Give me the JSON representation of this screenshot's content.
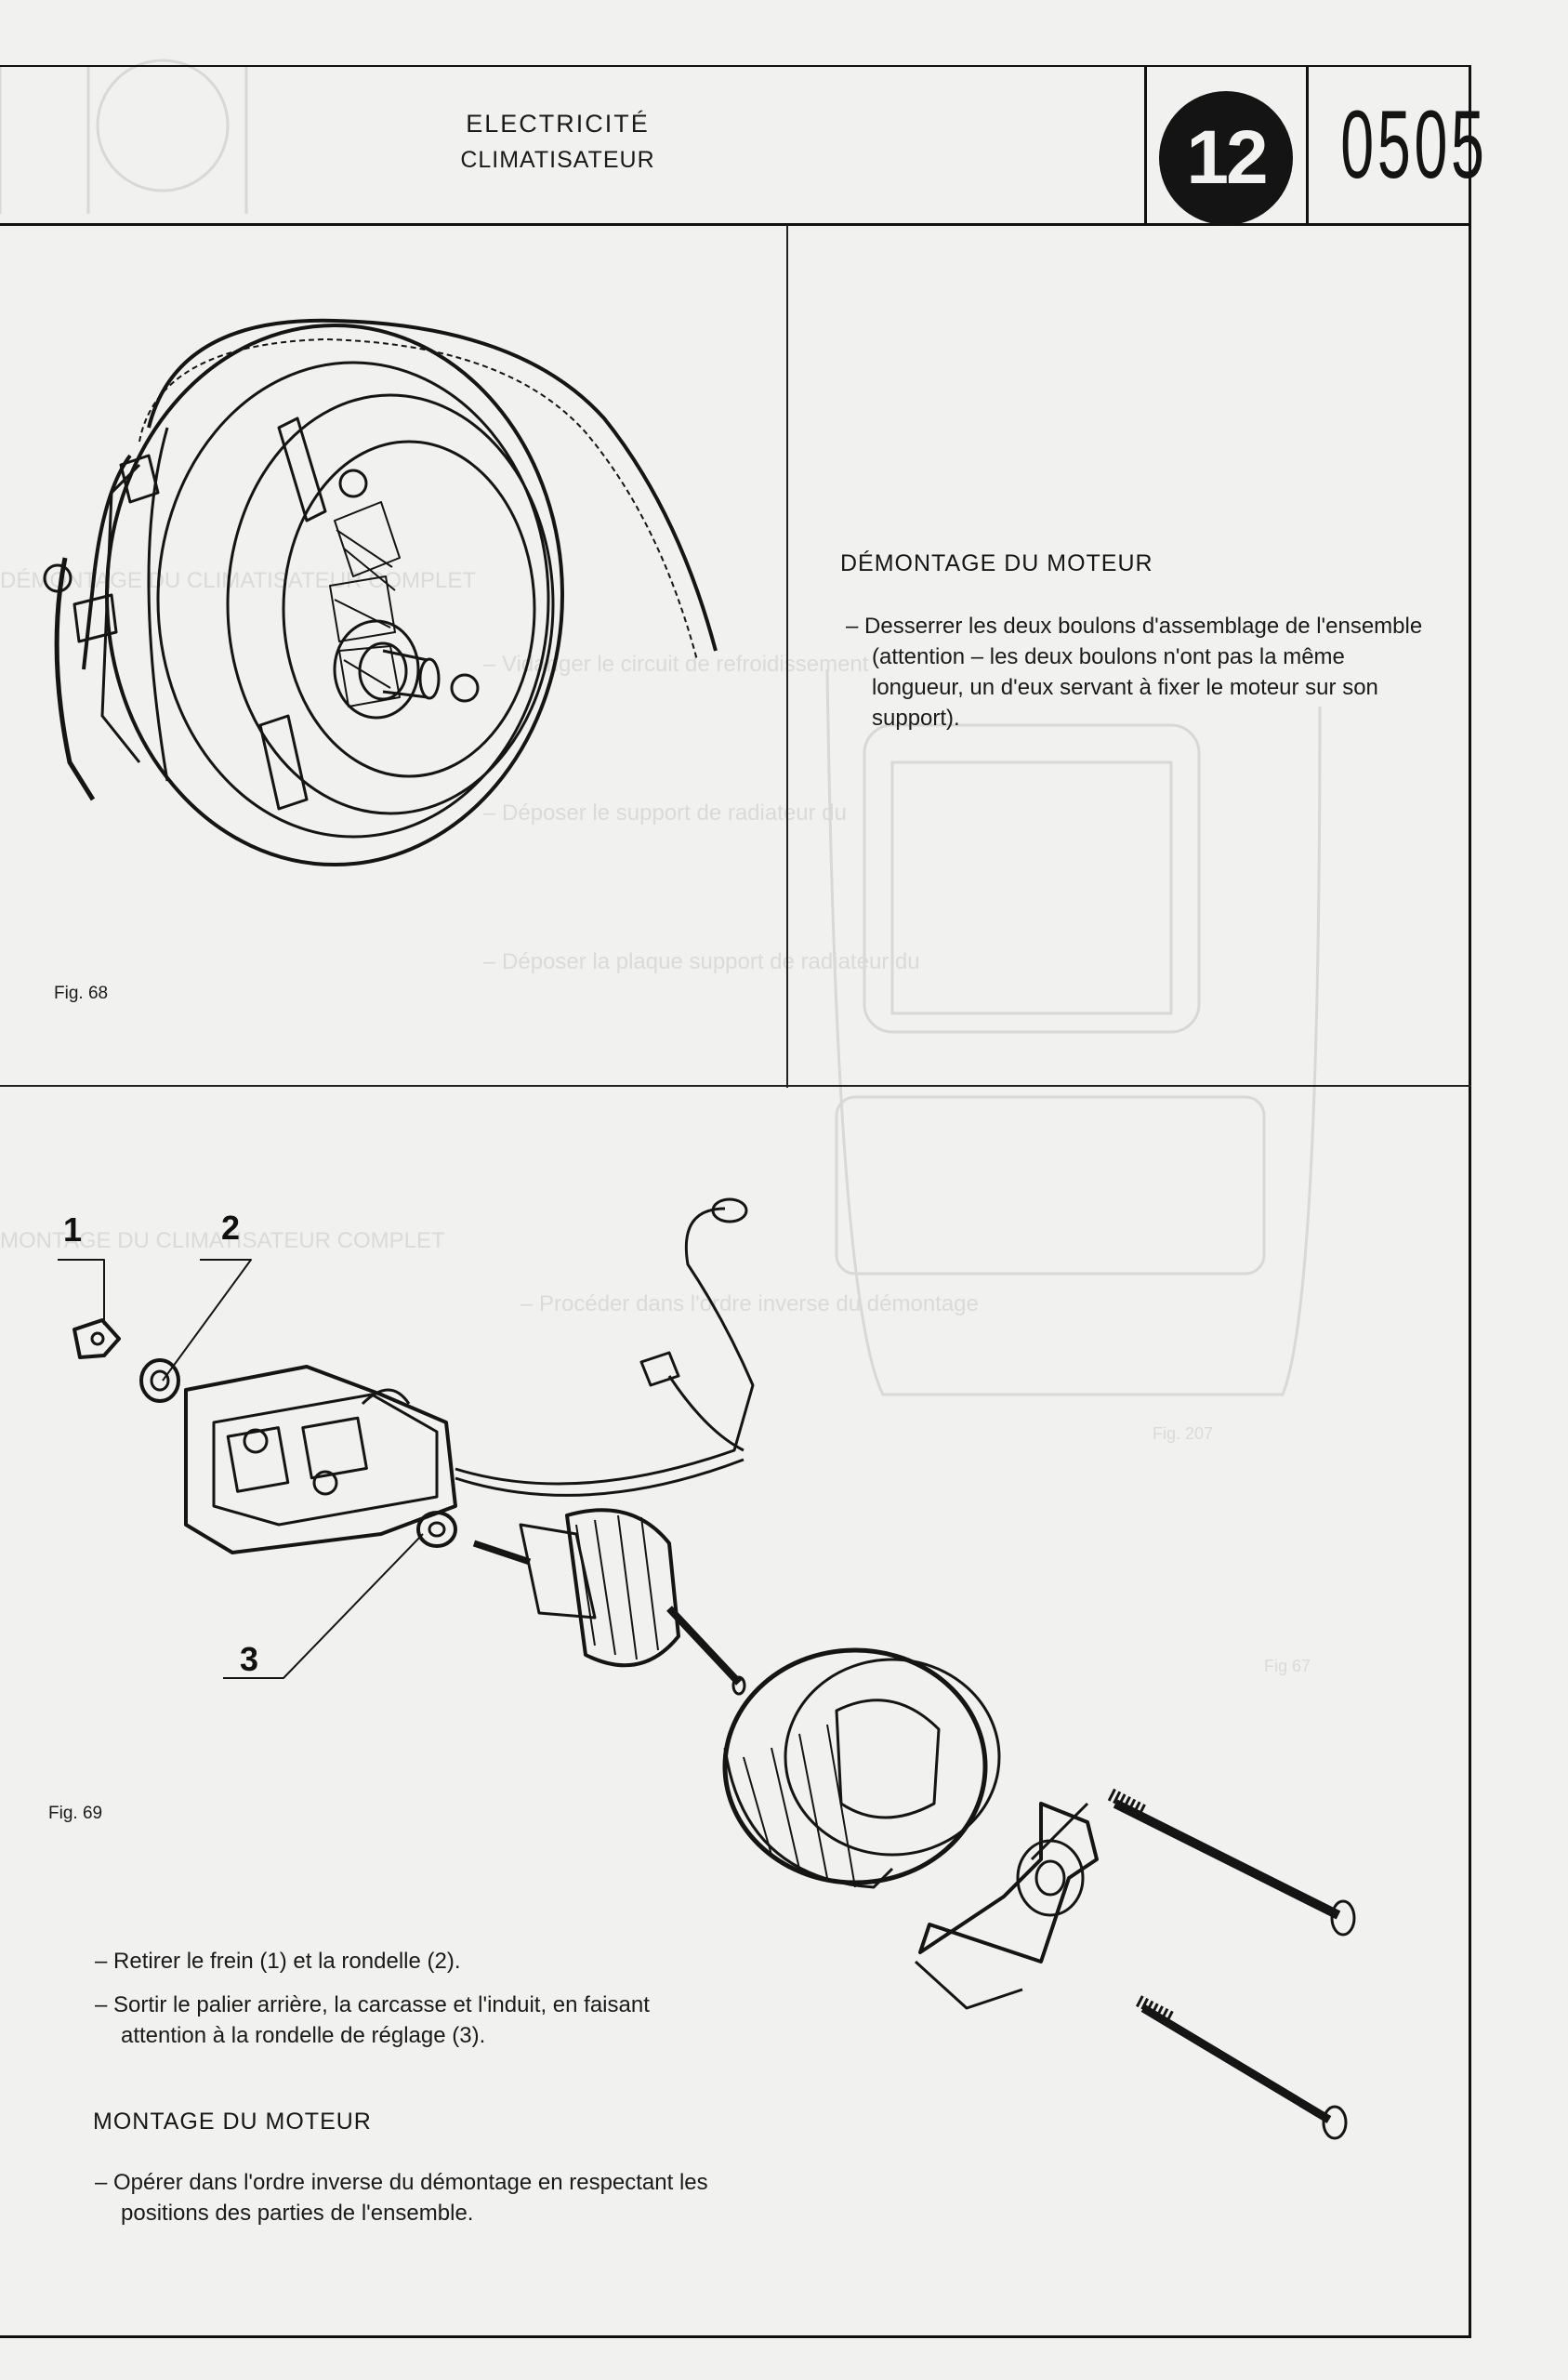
{
  "header": {
    "title": "ELECTRICITÉ",
    "subtitle": "CLIMATISATEUR",
    "section_number": "12",
    "page_code": "0505"
  },
  "right_panel": {
    "heading": "DÉMONTAGE DU MOTEUR",
    "steps": [
      "– Desserrer les deux boulons d'assemblage de l'ensemble (attention – les deux boulons n'ont pas la même longueur, un d'eux servant à fixer le moteur sur son support)."
    ]
  },
  "figures": {
    "fig68": {
      "label": "Fig. 68"
    },
    "fig69": {
      "label": "Fig. 69",
      "callouts": [
        "1",
        "2",
        "3"
      ]
    }
  },
  "bottom_section": {
    "steps": [
      "– Retirer le frein (1) et la rondelle (2).",
      "– Sortir le palier arrière, la carcasse et l'induit, en faisant attention à la rondelle de réglage (3)."
    ],
    "heading": "MONTAGE DU MOTEUR",
    "final_steps": [
      "– Opérer dans l'ordre inverse du démontage en respectant les positions des parties de l'ensemble."
    ]
  },
  "colors": {
    "ink": "#161616",
    "paper": "#f1f1ef",
    "ghost": "#d2d2d0"
  }
}
